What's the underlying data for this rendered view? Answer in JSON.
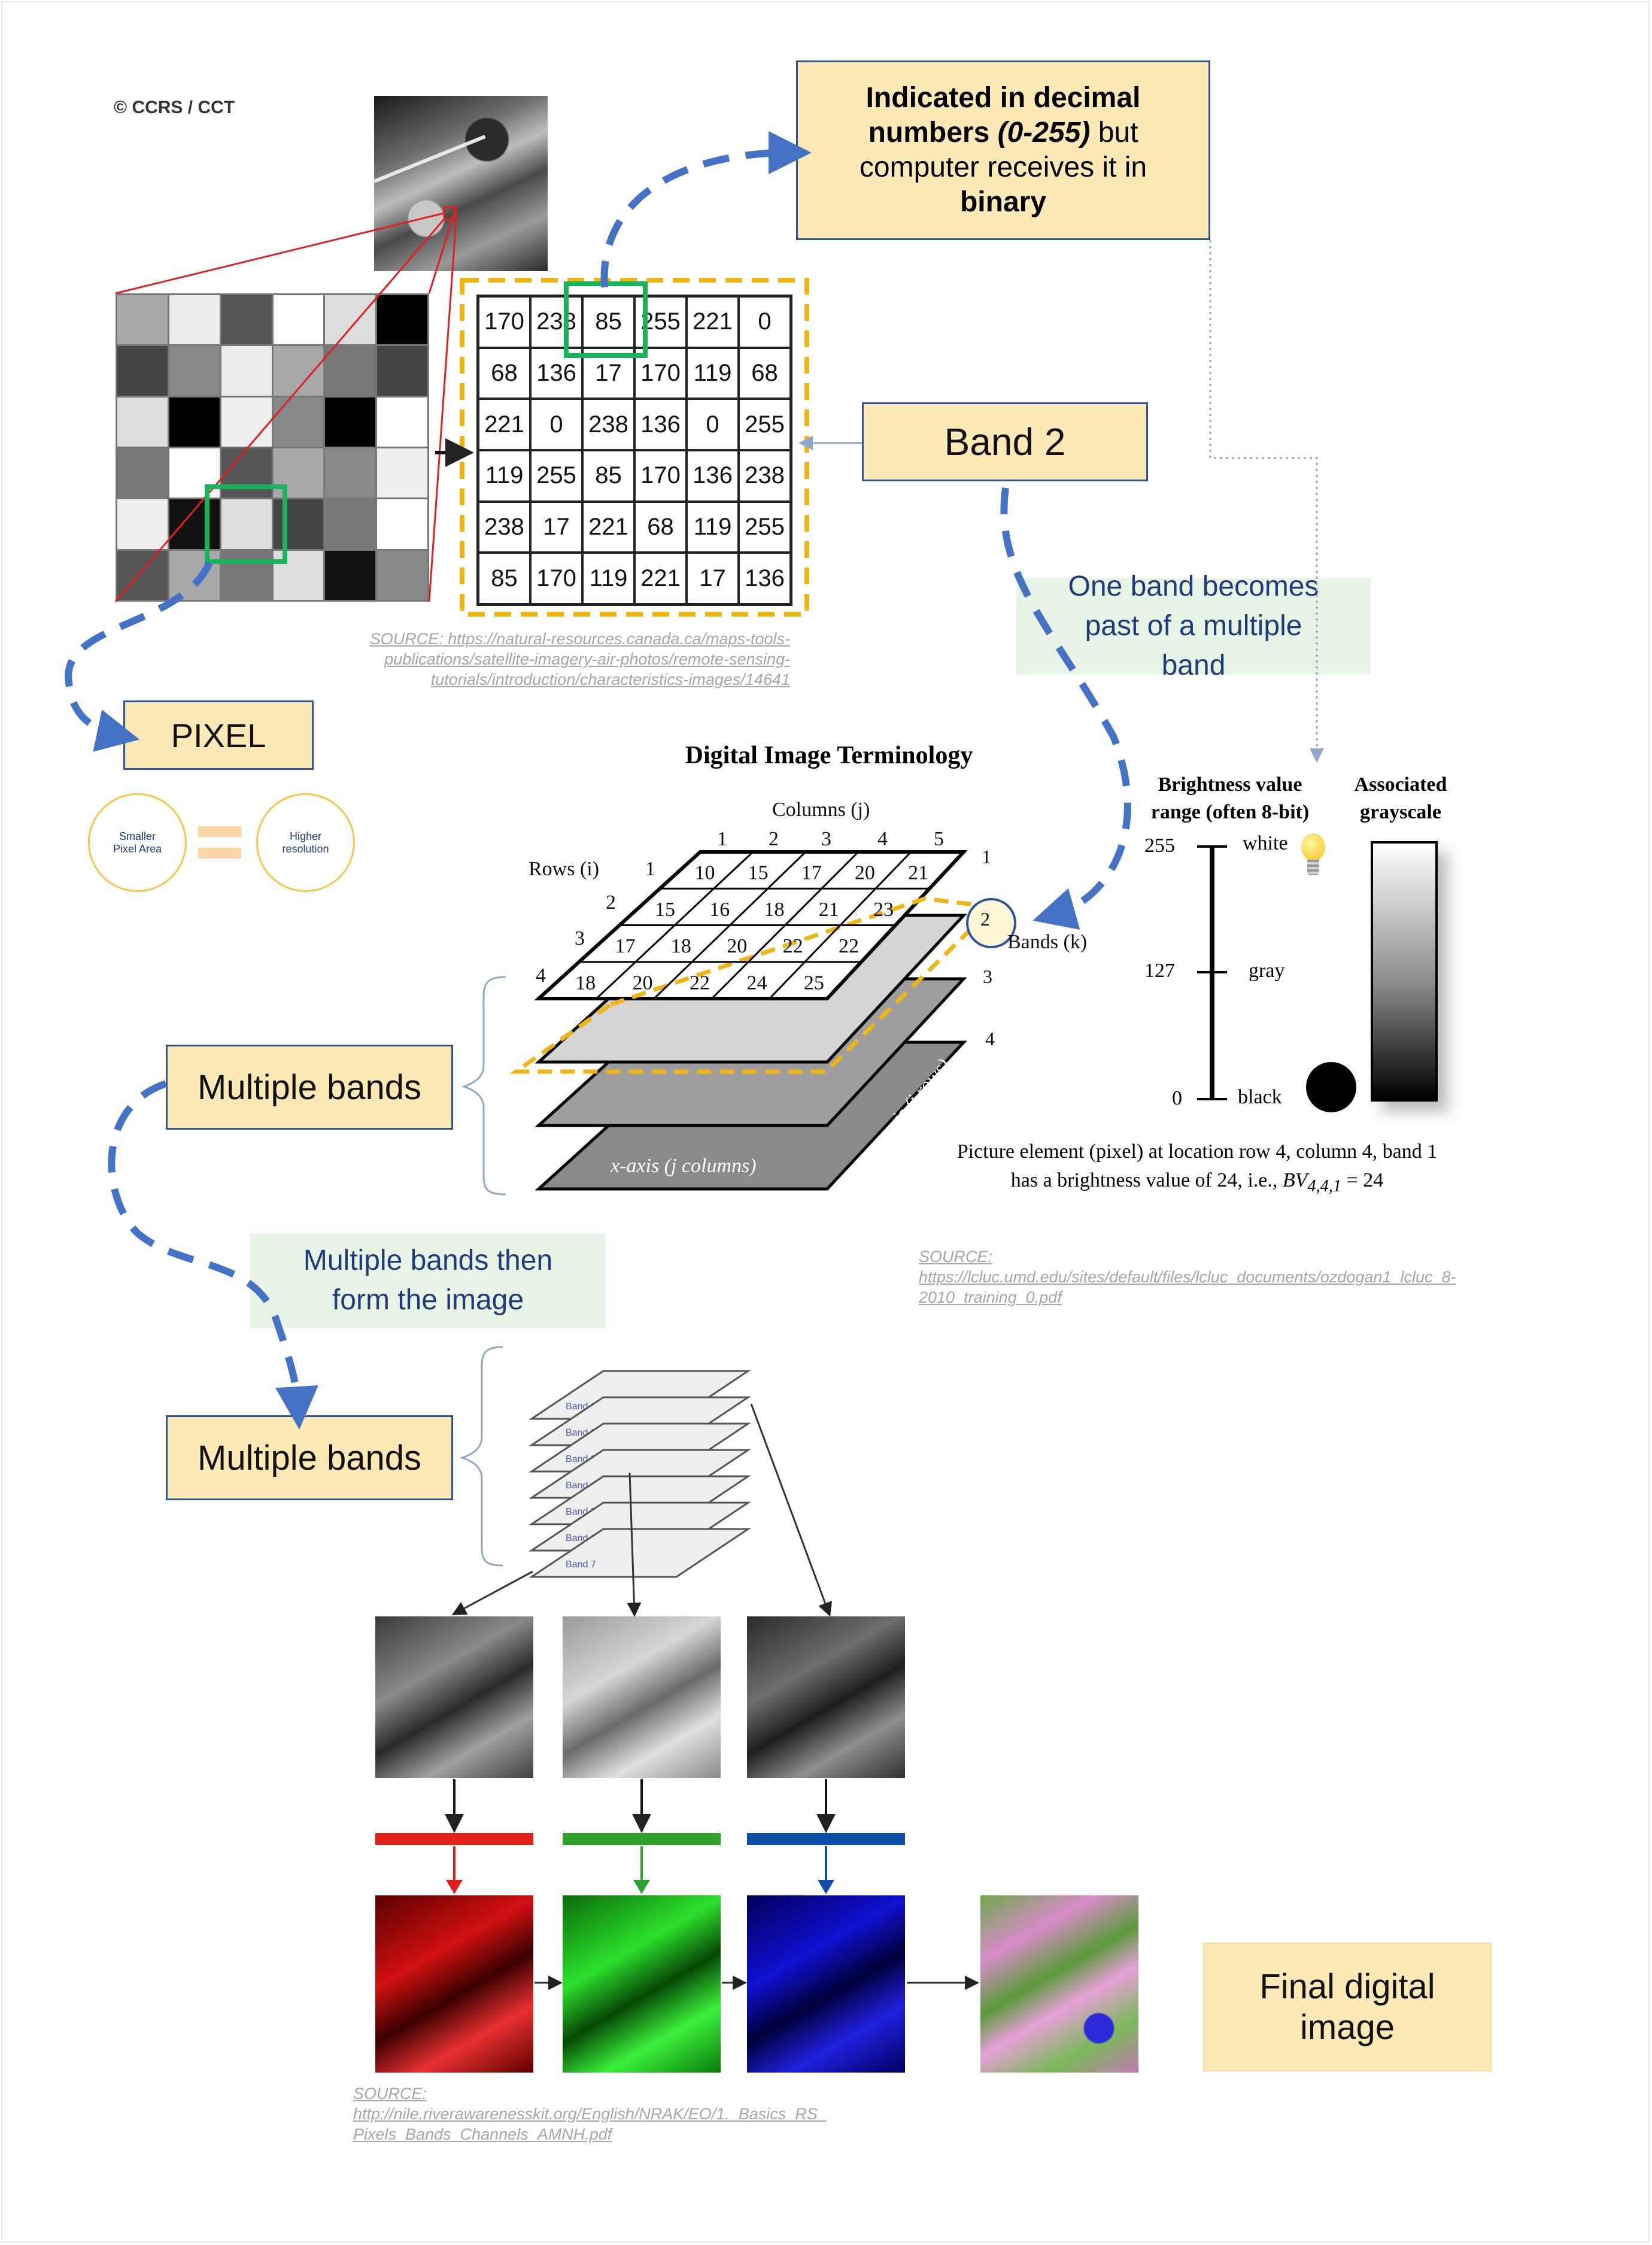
{
  "copyright": "© CCRS / CCT",
  "callouts": {
    "decimal": {
      "bold1": "Indicated in decimal numbers",
      "bold_italic": "(0-255)",
      "text1": "but computer receives it in",
      "bold2": "binary"
    },
    "band2": "Band 2",
    "one_band": "One band becomes past of a multiple band",
    "pixel": "PIXEL",
    "smaller": "Smaller Pixel Area",
    "higher": "Higher resolution",
    "multiple_bands_1": "Multiple bands",
    "multiple_then": "Multiple bands then form the image",
    "multiple_bands_2": "Multiple bands",
    "final": "Final digital image"
  },
  "pixel_grid": {
    "gray_cells": [
      [
        "#a8a8a8",
        "#ececec",
        "#555555",
        "#ffffff",
        "#dddddd",
        "#000000"
      ],
      [
        "#444444",
        "#888888",
        "#ececec",
        "#a8a8a8",
        "#777777",
        "#444444"
      ],
      [
        "#dddddd",
        "#000000",
        "#eeeeee",
        "#888888",
        "#000000",
        "#ffffff"
      ],
      [
        "#777777",
        "#ffffff",
        "#555555",
        "#a8a8a8",
        "#888888",
        "#eeeeee"
      ],
      [
        "#eeeeee",
        "#111111",
        "#dddddd",
        "#444444",
        "#777777",
        "#ffffff"
      ],
      [
        "#555555",
        "#a8a8a8",
        "#777777",
        "#dddddd",
        "#111111",
        "#888888"
      ]
    ],
    "values": [
      [
        "170",
        "238",
        "85",
        "255",
        "221",
        "0"
      ],
      [
        "68",
        "136",
        "17",
        "170",
        "119",
        "68"
      ],
      [
        "221",
        "0",
        "238",
        "136",
        "0",
        "255"
      ],
      [
        "119",
        "255",
        "85",
        "170",
        "136",
        "238"
      ],
      [
        "238",
        "17",
        "221",
        "68",
        "119",
        "255"
      ],
      [
        "85",
        "170",
        "119",
        "221",
        "17",
        "136"
      ]
    ]
  },
  "source1": [
    "SOURCE: https://natural-resources.canada.ca/maps-tools-",
    "publications/satellite-imagery-air-photos/remote-sensing-",
    "tutorials/introduction/characteristics-images/14641"
  ],
  "terminology": {
    "title": "Digital Image Terminology",
    "columns_label": "Columns (j)",
    "rows_label": "Rows (i)",
    "bands_label": "Bands (k)",
    "col_numbers": [
      "1",
      "2",
      "3",
      "4",
      "5"
    ],
    "row_numbers": [
      "1",
      "2",
      "3",
      "4"
    ],
    "band_numbers": [
      "1",
      "2",
      "3",
      "4"
    ],
    "grid_values": [
      [
        "10",
        "15",
        "17",
        "20",
        "21"
      ],
      [
        "15",
        "16",
        "18",
        "21",
        "23"
      ],
      [
        "17",
        "18",
        "20",
        "22",
        "22"
      ],
      [
        "18",
        "20",
        "22",
        "24",
        "25"
      ]
    ],
    "x_axis": "x-axis (j columns)",
    "y_axis": "y-axis (i rows)",
    "caption1": "Picture element (pixel) at location row 4, column 4, band 1",
    "caption2_prefix": "has a brightness value of 24, i.e.,",
    "caption2_bv": "BV",
    "caption2_sub": "4,4,1",
    "caption2_suffix": "= 24"
  },
  "brightness": {
    "header_left": [
      "Brightness value",
      "range (often 8-bit)"
    ],
    "header_right": [
      "Associated",
      "grayscale"
    ],
    "ticks": [
      {
        "value": "255",
        "label": "white"
      },
      {
        "value": "127",
        "label": "gray"
      },
      {
        "value": "0",
        "label": "black"
      }
    ]
  },
  "source2": [
    "SOURCE:",
    "https://lcluc.umd.edu/sites/default/files/lcluc_documents/ozdogan1_lcluc_8-",
    "2010_training_0.pdf"
  ],
  "band_stack": [
    "Band 1",
    "Band 2",
    "Band 3",
    "Band 4",
    "Band 5",
    "Band 6",
    "Band 7"
  ],
  "channel_colors": {
    "red": "#e0201a",
    "green": "#2ea02b",
    "blue": "#0f4ea8"
  },
  "source3": [
    "SOURCE:",
    "http://nile.riverawarenesskit.org/English/NRAK/EO/1._Basics_RS_",
    "Pixels_Bands_Channels_AMNH.pdf"
  ]
}
